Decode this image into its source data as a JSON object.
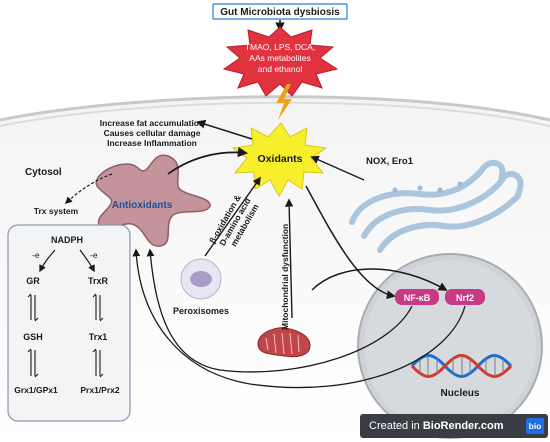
{
  "source": {
    "label": "Gut Microbiota dysbiosis"
  },
  "burst": {
    "lines": [
      "TMAO, LPS, DCA,",
      "AAs metabolites",
      "and ethanol"
    ]
  },
  "oxidants": {
    "label": "Oxidants"
  },
  "effects": {
    "lines": [
      "Increase fat accumulation",
      "Causes cellular damage",
      "Increase Inflammation"
    ]
  },
  "cytosol": {
    "label": "Cytosol"
  },
  "antioxidants": {
    "label": "Antioxidants"
  },
  "trx_system": {
    "label": "Trx system"
  },
  "panel": {
    "nadph": "NADPH",
    "e_left": "-e",
    "e_right": "-e",
    "gr": "GR",
    "trxr": "TrxR",
    "gsh": "GSH",
    "trx1": "Trx1",
    "grx": "Grx1/GPx1",
    "prx": "Prx1/Prx2"
  },
  "beta_ox": {
    "lines": [
      "β-oxidation &",
      "D-amino acid",
      "metabolism"
    ]
  },
  "peroxisomes": {
    "label": "Peroxisomes"
  },
  "mito": {
    "label": "Mitochondrial dysfunction"
  },
  "nox": {
    "label": "NOX, Ero1"
  },
  "nfkb": {
    "label": "NF-κB"
  },
  "nrf2": {
    "label": "Nrf2"
  },
  "nucleus": {
    "label": "Nucleus"
  },
  "watermark": {
    "text_prefix": "Created in ",
    "text_brand": "BioRender.com",
    "badge": "bio"
  },
  "colors": {
    "burst_fill": "#e0323f",
    "oxidant_fill": "#f7ef2c",
    "antioxidant_fill": "#c4949a",
    "nucleus_fill": "#cfd2d6",
    "er_stroke": "#aac5dc",
    "pill_fill": "#c83a86",
    "dna_blue": "#1c6fd1",
    "dna_red": "#d33a2c",
    "mito_fill": "#c0464a",
    "lightning": "#f2a11a"
  }
}
